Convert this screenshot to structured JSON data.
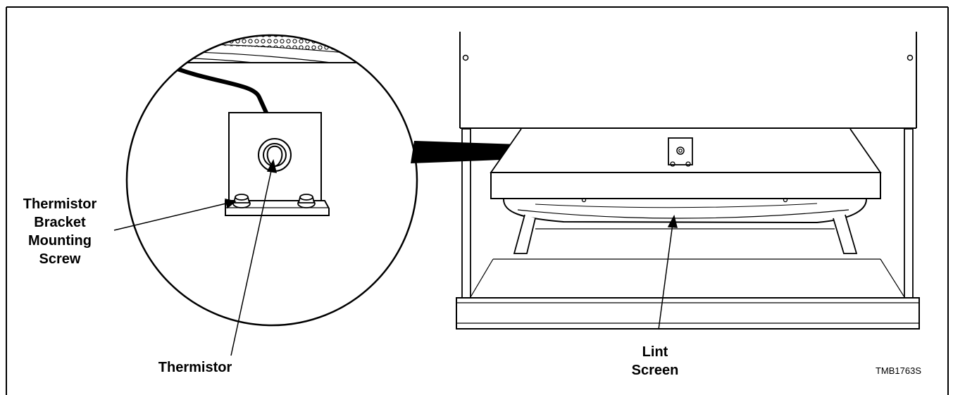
{
  "labels": {
    "thermistor_bracket_mounting_screw": [
      "Thermistor",
      "Bracket",
      "Mounting",
      "Screw"
    ],
    "thermistor": "Thermistor",
    "lint_screen": [
      "Lint",
      "Screen"
    ],
    "figure_code": "TMB1763S"
  },
  "icons": [
    "thermistor-sensor-icon",
    "mounting-screw-icon"
  ]
}
